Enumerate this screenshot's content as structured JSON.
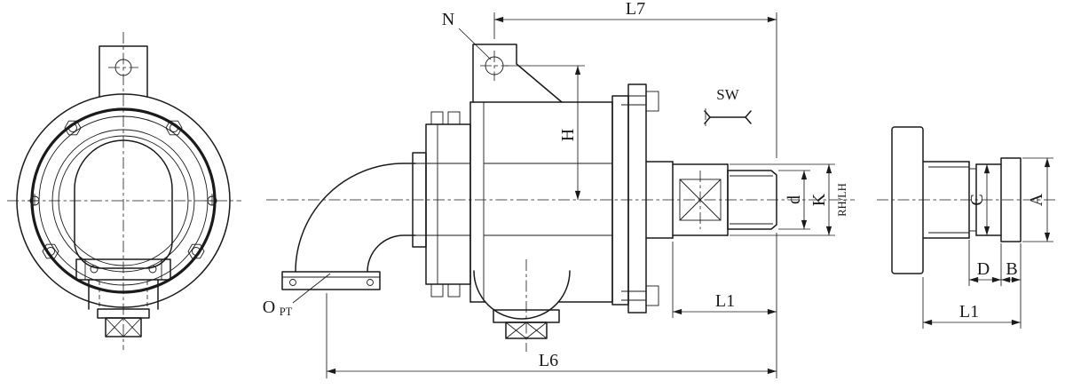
{
  "meta": {
    "type": "technical-drawing",
    "subject": "rotary joint assembly, three views"
  },
  "colors": {
    "line": "#1a1a1a",
    "background": "#ffffff"
  },
  "labels": {
    "n": "N",
    "l7": "L7",
    "sw": "SW",
    "h": "H",
    "d": "d",
    "k": "K",
    "rh_lh": "RH/LH",
    "l1_shaft": "L1",
    "port": "O",
    "port_sub": "PT",
    "l6": "L6",
    "c": "C",
    "a": "A",
    "d_width": "D",
    "b_width": "B",
    "l1_nipple": "L1"
  }
}
